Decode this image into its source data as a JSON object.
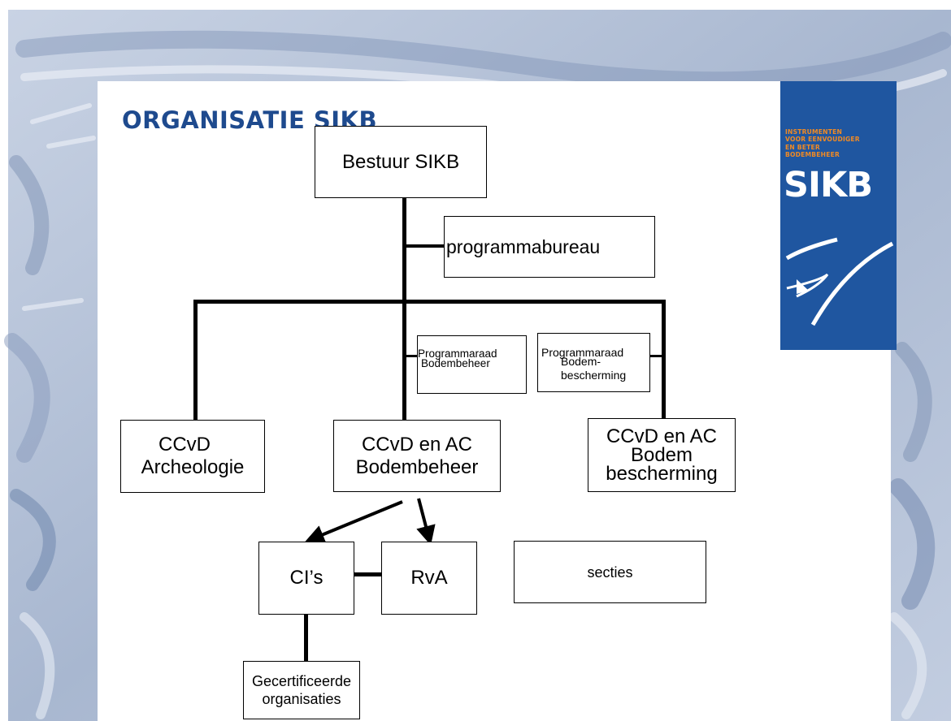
{
  "title": "ORGANISATIE SIKB",
  "logo": {
    "tagline": [
      "INSTRUMENTEN",
      "VOOR EENVOUDIGER",
      "EN BETER",
      "BODEMBEHEER"
    ],
    "name": "SIKB",
    "colors": {
      "background": "#1f56a0",
      "tagline": "#f08a24",
      "name": "#ffffff"
    }
  },
  "nodes": {
    "bestuur": {
      "lines": [
        "Bestuur SIKB"
      ]
    },
    "programmabureau": {
      "lines": [
        "programmabureau"
      ]
    },
    "programmaraad_bodembeheer": {
      "lines": [
        "Programmaraad",
        "Bodembeheer"
      ]
    },
    "programmaraad_bodembescherming": {
      "lines": [
        "Programmaraad",
        "Bodem-",
        "bescherming"
      ]
    },
    "ccvd_archeologie": {
      "lines": [
        "CCvD",
        "Archeologie"
      ]
    },
    "ccvd_bodembeheer": {
      "lines": [
        "CCvD en AC",
        "Bodembeheer"
      ]
    },
    "ccvd_bodembescherming": {
      "lines": [
        "CCvD en AC",
        "Bodem",
        "bescherming"
      ]
    },
    "cis": {
      "lines": [
        "CI’s"
      ]
    },
    "rva": {
      "lines": [
        "RvA"
      ]
    },
    "secties": {
      "lines": [
        "secties"
      ]
    },
    "gecertificeerde": {
      "lines": [
        "Gecertificeerde",
        "organisaties"
      ]
    }
  },
  "colors": {
    "title": "#1e4a8e",
    "lines": "#000000",
    "background_texture": "#b9c6dc"
  }
}
